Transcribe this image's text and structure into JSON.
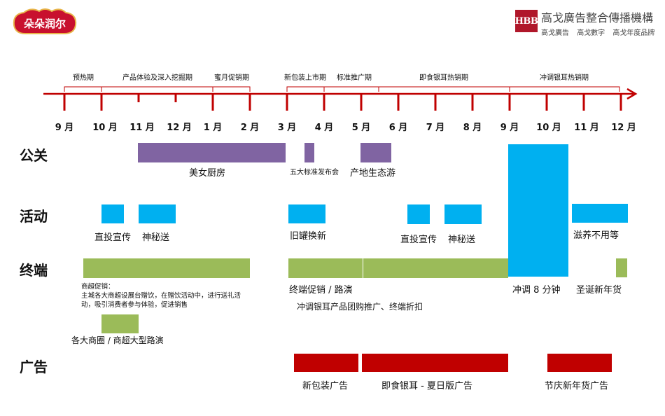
{
  "brand_left": {
    "name": "朵朵润尔"
  },
  "brand_right": {
    "badge": "HBB",
    "title": "高戈廣告整合傳播機構",
    "subtitles": [
      "高戈廣告",
      "高戈數字",
      "高戈年度品牌"
    ]
  },
  "timeline": {
    "months": [
      "9 月",
      "10 月",
      "11 月",
      "12 月",
      "1 月",
      "2 月",
      "3 月",
      "4 月",
      "5 月",
      "6 月",
      "7 月",
      "8 月",
      "9 月",
      "10 月",
      "11 月",
      "12 月"
    ],
    "phases": [
      "预热期",
      "产品体验及深入挖掘期",
      "蜜月促销期",
      "新包装上市期",
      "标准推广期",
      "即食银耳热销期",
      "冲调银耳热销期"
    ]
  },
  "categories": {
    "pr": "公关",
    "events": "活动",
    "terminal": "终端",
    "ads": "广告"
  },
  "pr": {
    "beauty_kitchen": "美女厨房",
    "five_standards": "五大标准发布会",
    "origin_tour": "产地生态游"
  },
  "events": {
    "direct_promo_1": "直投宣传",
    "mystery_gift_1": "神秘送",
    "trade_in": "旧罐换新",
    "direct_promo_2": "直投宣传",
    "mystery_gift_2": "神秘送",
    "brew_8min": "冲调 8 分钟",
    "nourish": "滋养不用等"
  },
  "terminal": {
    "supermarket_title": "商超促销：",
    "supermarket_desc": "主城各大商超设展台赠饮，在赠饮活动中，进行送礼活动，吸引消费者参与体验，促进销售",
    "roadshow": "各大商圈 / 商超大型路演",
    "promo_roadshow": "终端促销 / 路演",
    "group_buy": "冲调银耳产品团购推广、终端折扣",
    "xmas_newyear": "圣诞新年货"
  },
  "ads": {
    "new_package": "新包装广告",
    "summer": "即食银耳 - 夏日版广告",
    "festival": "节庆新年货广告"
  },
  "colors": {
    "timeline": "#c00000",
    "purple": "#8064a2",
    "blue": "#00b0f0",
    "green": "#9bbb59",
    "red": "#c00000"
  }
}
